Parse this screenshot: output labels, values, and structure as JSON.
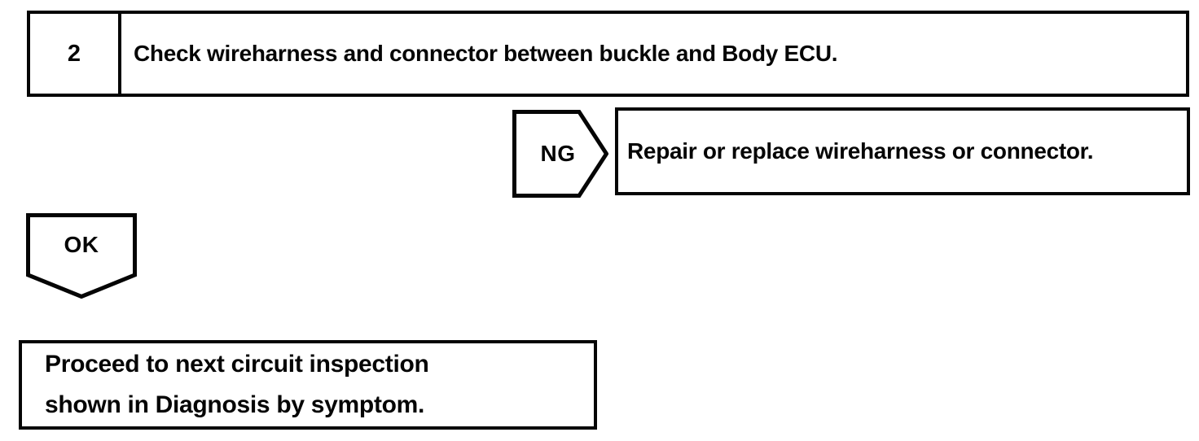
{
  "page": {
    "background": "#ffffff",
    "line_color": "#050505"
  },
  "flowchart": {
    "step": {
      "number": "2",
      "instruction": "Check wireharness and connector between buckle and Body ECU."
    },
    "ng_branch": {
      "label": "NG",
      "action": "Repair or replace wireharness or connector."
    },
    "ok_branch": {
      "label": "OK",
      "action_lines": [
        "Proceed to next circuit inspection",
        "shown in Diagnosis by symptom."
      ]
    }
  }
}
